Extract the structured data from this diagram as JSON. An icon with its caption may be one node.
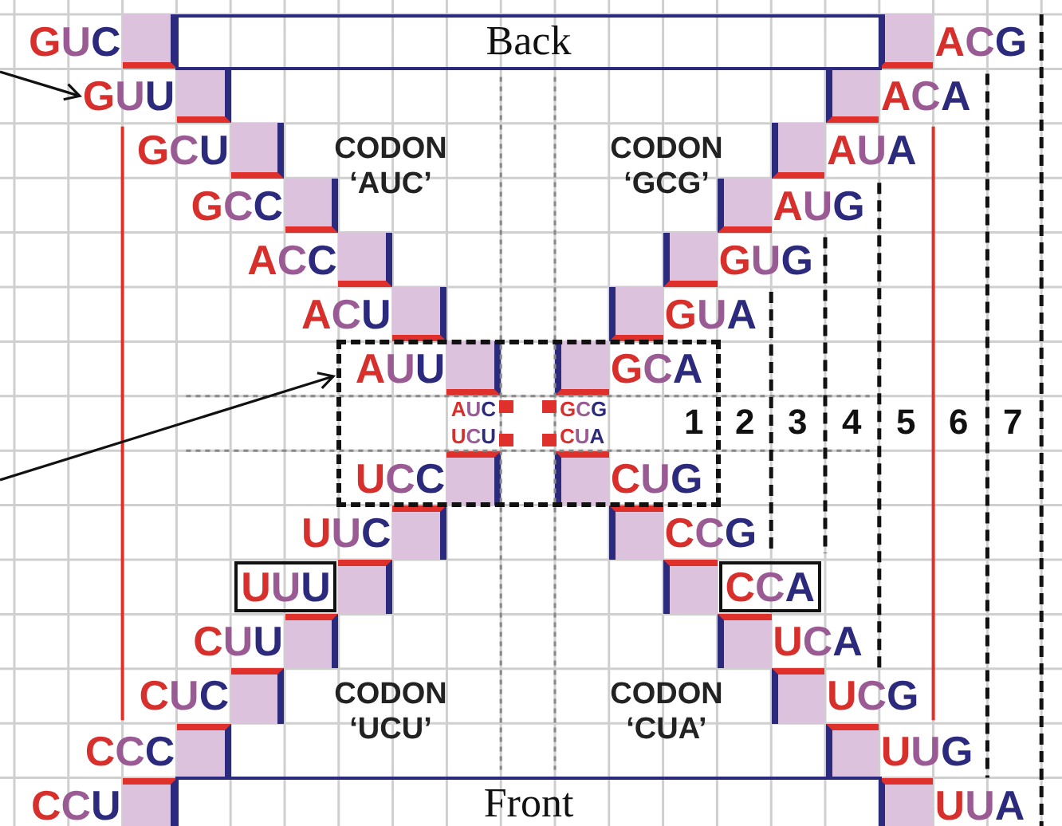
{
  "diagram": {
    "nodes": [
      {
        "text": [
          "GUC"
        ]
      },
      {
        "text": [
          "Back"
        ]
      },
      {
        "text": [
          "ACG"
        ]
      },
      {
        "text": [
          "GUU"
        ]
      },
      {
        "text": [
          "ACA"
        ]
      },
      {
        "text": [
          "GCU"
        ]
      },
      {
        "text": [
          "AUA"
        ]
      },
      {
        "text": [
          "GCC"
        ]
      },
      {
        "text": [
          "AUG"
        ]
      },
      {
        "text": [
          "ACC"
        ]
      },
      {
        "text": [
          "GUG"
        ]
      },
      {
        "text": [
          "ACU"
        ]
      },
      {
        "text": [
          "GUA"
        ]
      },
      {
        "text": [],
        "shape": "box"
      },
      {
        "text": [
          "AUU"
        ],
        "in": 13
      },
      {
        "text": [
          "GCA"
        ],
        "in": 13
      },
      {
        "text": [
          "UCC"
        ],
        "in": 13
      },
      {
        "text": [
          "CUG"
        ],
        "in": 13
      },
      {
        "text": [
          "UUC"
        ]
      },
      {
        "text": [
          "CCG"
        ]
      },
      {
        "text": [
          "UUU"
        ]
      },
      {
        "text": [
          "CCA"
        ]
      },
      {
        "text": [
          "CUU"
        ]
      },
      {
        "text": [
          "UCA"
        ]
      },
      {
        "text": [
          "CUC"
        ]
      },
      {
        "text": [
          "UCG"
        ]
      },
      {
        "text": [
          "CCC"
        ]
      },
      {
        "text": [
          "UUG"
        ]
      },
      {
        "text": [
          "CCU"
        ]
      },
      {
        "text": [
          "Front"
        ]
      },
      {
        "text": [
          "UUA"
        ]
      }
    ],
    "edges": [
      {
        "from": null,
        "to": 3,
        "arrow": "to"
      },
      {
        "from": null,
        "to": 13,
        "arrow": "to"
      }
    ],
    "labels": [
      "CODON ‘AUC’",
      "CODON ‘GCG’",
      "AUC",
      "GCG",
      "UCU",
      "CUA",
      "1",
      "2",
      "3",
      "4",
      "5",
      "6",
      "7",
      "CODON ‘UCU’",
      "CODON ‘CUA’"
    ]
  }
}
